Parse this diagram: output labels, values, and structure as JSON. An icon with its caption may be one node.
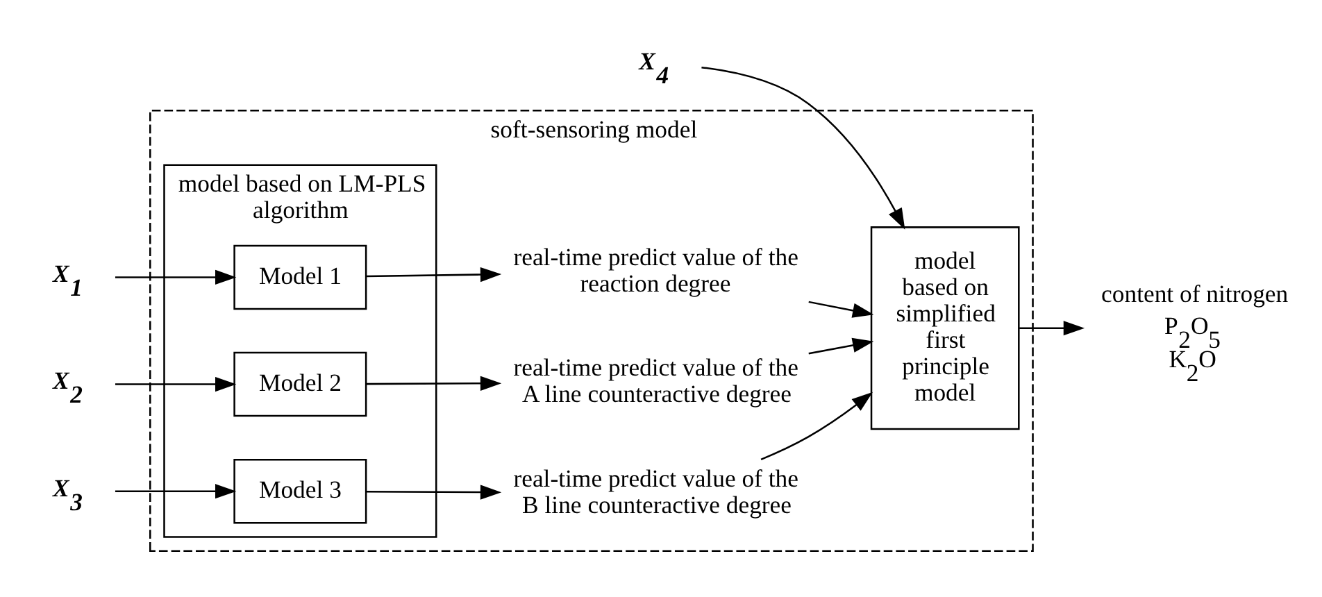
{
  "diagram": {
    "nodes": [
      {
        "text": [
          "soft-sensoring model"
        ]
      },
      {
        "text": [
          "model based on LM-PLS algorithm"
        ],
        "in": 0
      },
      {
        "text": [
          "Model 1"
        ],
        "in": 1
      },
      {
        "text": [
          "Model 2"
        ],
        "in": 1
      },
      {
        "text": [
          "Model 3"
        ],
        "in": 1
      },
      {
        "text": [
          "X$_{1}$"
        ]
      },
      {
        "text": [
          "X$_{2}$"
        ]
      },
      {
        "text": [
          "X$_{3}$"
        ]
      },
      {
        "text": [
          "X$_{4}$"
        ]
      },
      {
        "text": [
          "real-time predict value of the reaction degree"
        ],
        "in": 0
      },
      {
        "text": [
          "real-time predict value of the A line counteractive degree"
        ],
        "in": 0
      },
      {
        "text": [
          "real-time predict value of the B line counteractive degree"
        ],
        "in": 0
      },
      {
        "text": [
          "model based on simplified first principle model"
        ],
        "in": 0
      },
      {
        "text": [
          "content of nitrogen",
          "P$_{2}$O$_{5}$",
          "K$_{2}$O"
        ]
      }
    ],
    "edges": [
      {
        "from": 5,
        "to": 2,
        "arrow": "to"
      },
      {
        "from": 6,
        "to": 3,
        "arrow": "to"
      },
      {
        "from": 7,
        "to": 4,
        "arrow": "to"
      },
      {
        "from": 2,
        "to": 9,
        "arrow": "to"
      },
      {
        "from": 3,
        "to": 10,
        "arrow": "to"
      },
      {
        "from": 4,
        "to": 11,
        "arrow": "to"
      },
      {
        "from": 9,
        "to": 12,
        "arrow": "to"
      },
      {
        "from": 10,
        "to": 12,
        "arrow": "to"
      },
      {
        "from": 11,
        "to": 12,
        "arrow": "to"
      },
      {
        "from": 8,
        "to": 12,
        "arrow": "to"
      },
      {
        "from": 12,
        "to": 13,
        "arrow": "to"
      }
    ]
  }
}
